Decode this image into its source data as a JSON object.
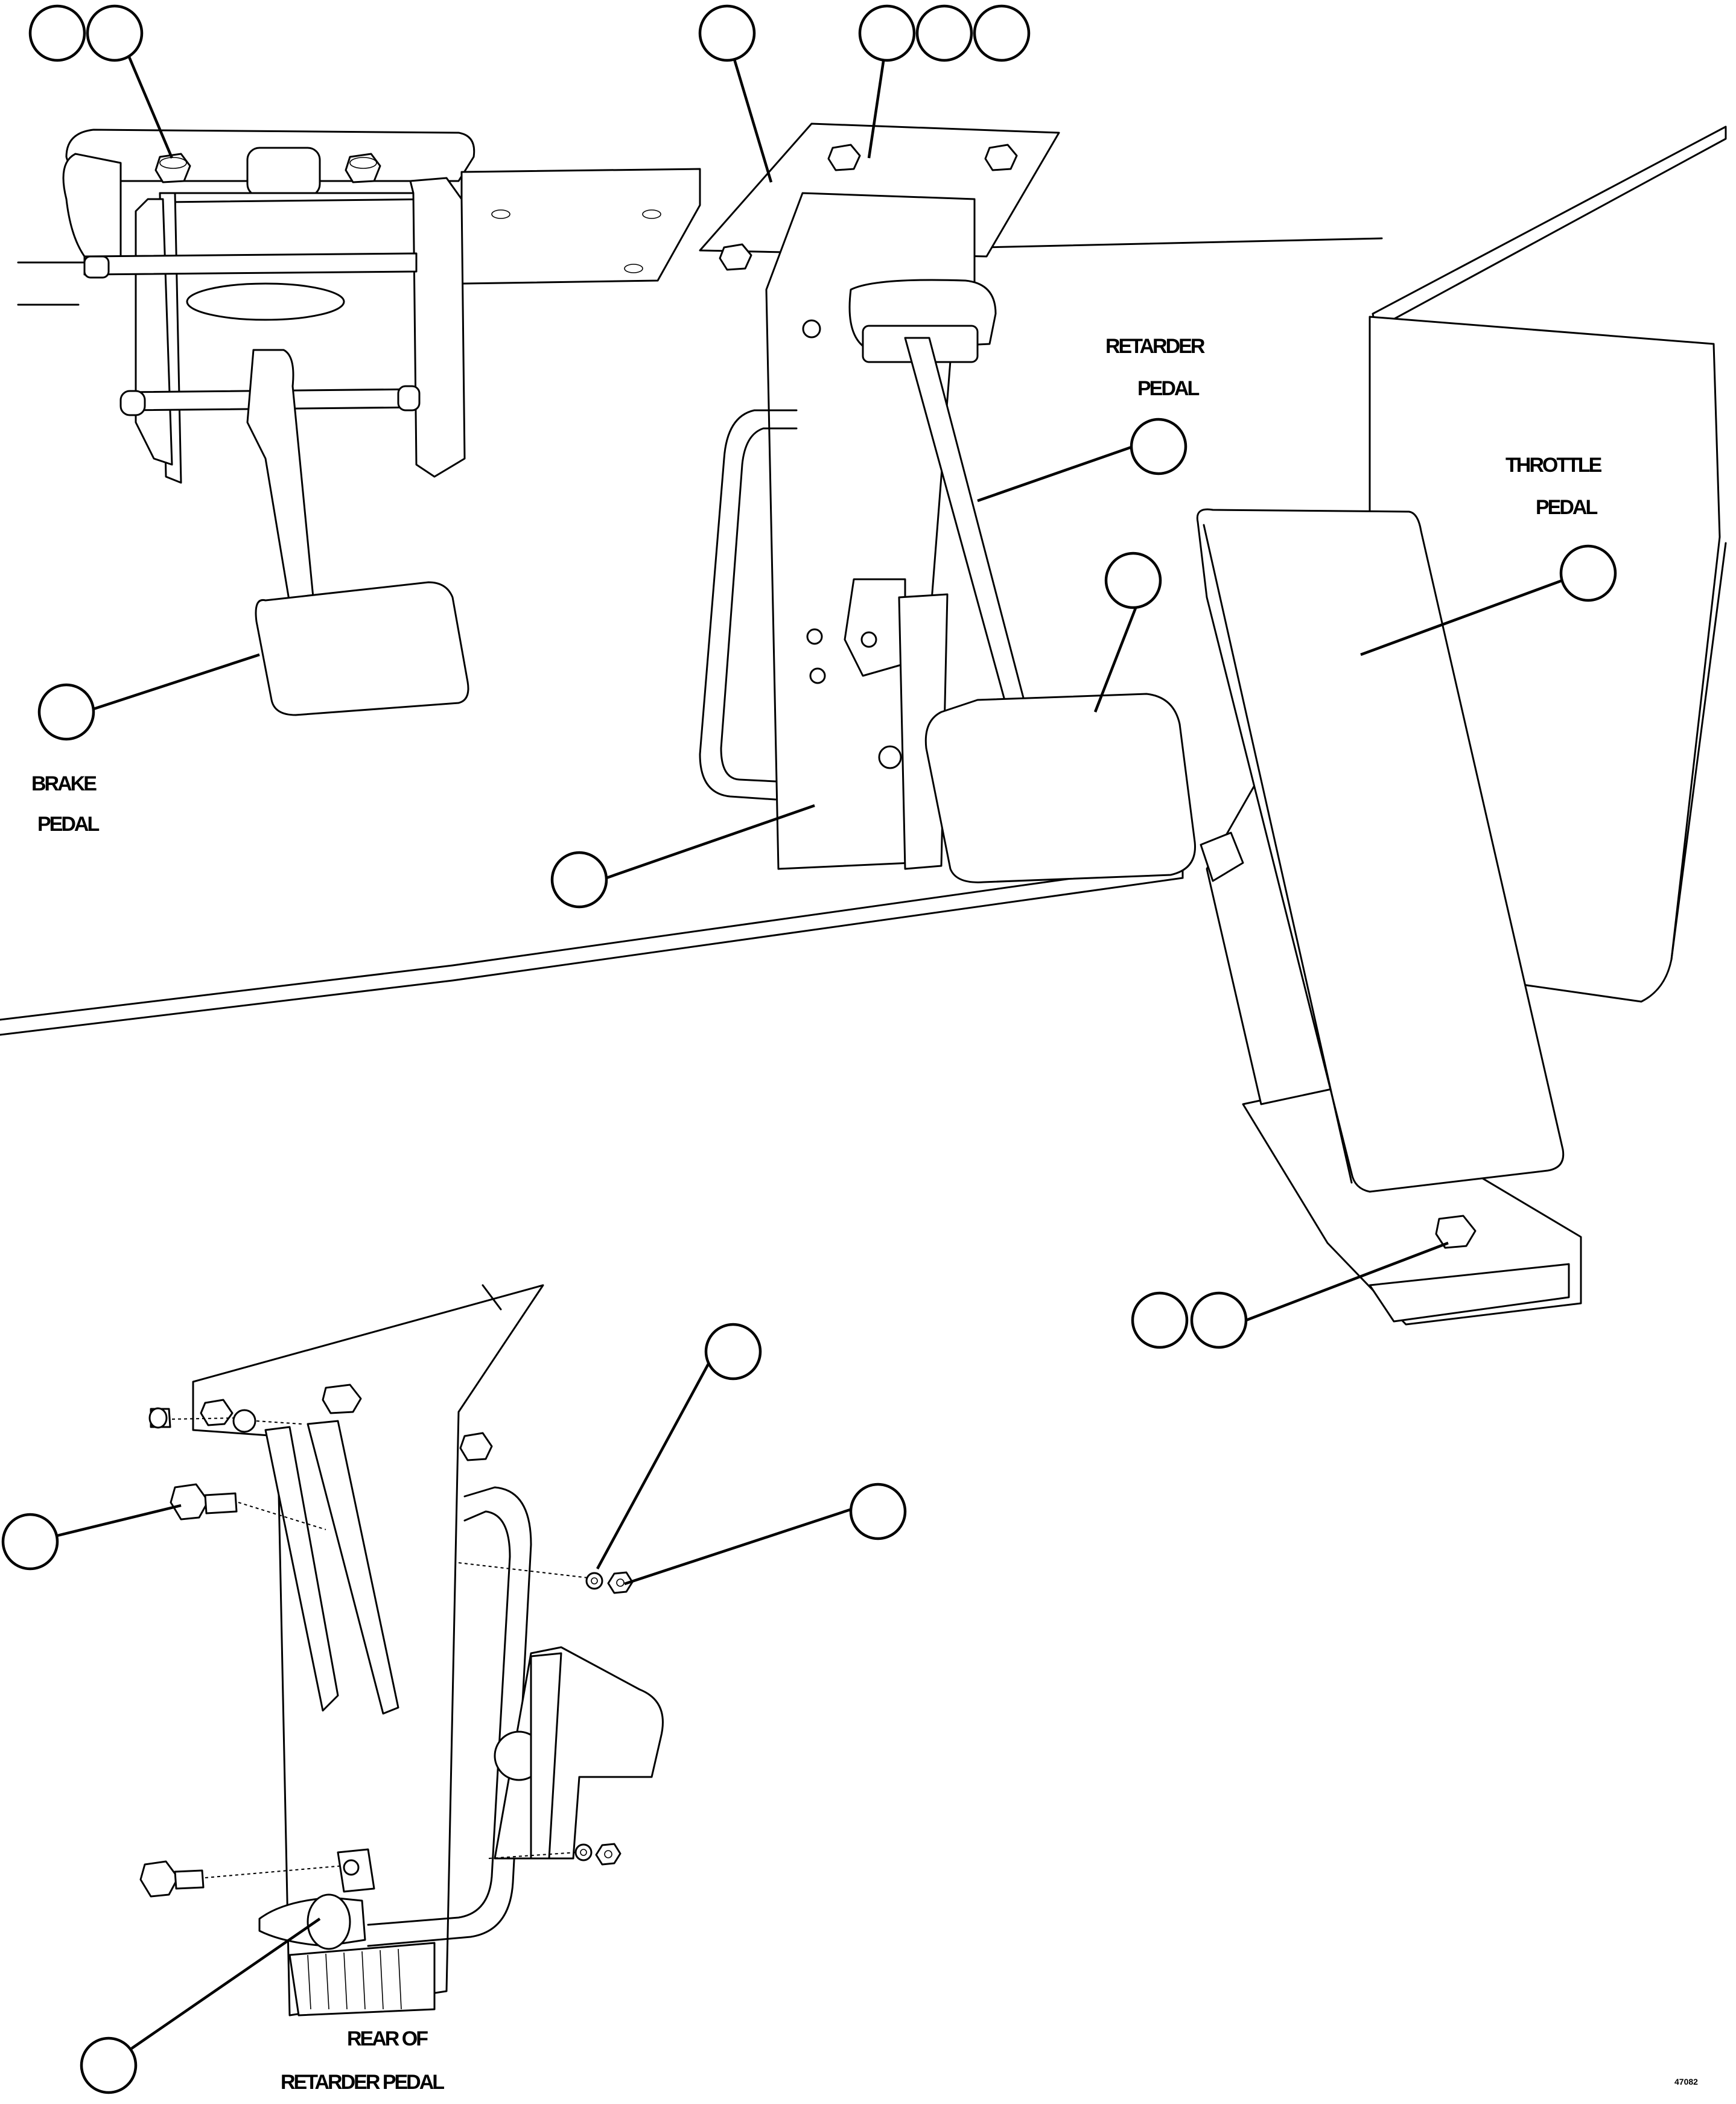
{
  "labels": {
    "brake_l1": "BRAKE",
    "brake_l2": "PEDAL",
    "retarder_l1": "RETARDER",
    "retarder_l2": "PEDAL",
    "throttle_l1": "THROTTLE",
    "throttle_l2": "PEDAL",
    "rear_l1": "REAR OF",
    "rear_l2": "RETARDER PEDAL"
  },
  "figure_number": "47082",
  "callouts": [
    "",
    "",
    "",
    "",
    "",
    "",
    "",
    "",
    "",
    "",
    "",
    "",
    "",
    "",
    "",
    "",
    ""
  ]
}
